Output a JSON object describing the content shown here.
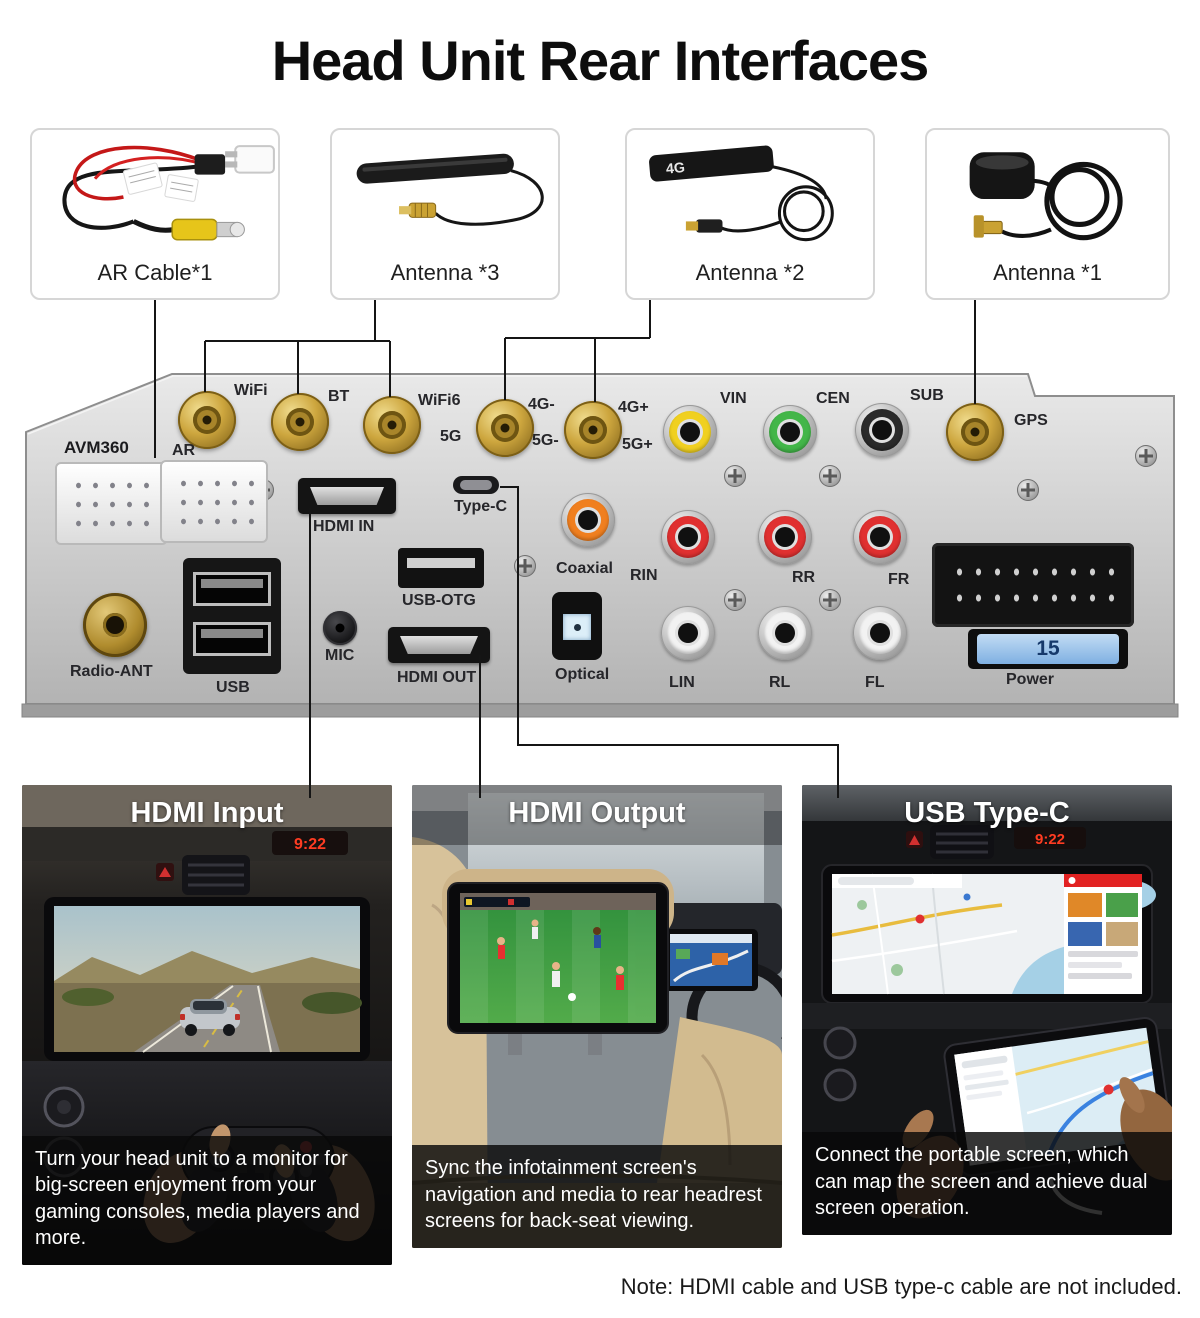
{
  "title": "Head Unit Rear Interfaces",
  "accessories": [
    {
      "label": "AR Cable*1"
    },
    {
      "label": "Antenna *3"
    },
    {
      "label": "Antenna *2",
      "badge": "4G"
    },
    {
      "label": "Antenna *1"
    }
  ],
  "panel": {
    "model_label": "AVM360",
    "ports": {
      "wifi": "WiFi",
      "bt": "BT",
      "wifi6": "WiFi6",
      "band5g": "5G",
      "g4_minus": "4G-",
      "g5_minus": "5G-",
      "g4_plus": "4G+",
      "g5_plus": "5G+",
      "vin": "VIN",
      "cen": "CEN",
      "sub": "SUB",
      "gps": "GPS",
      "ar": "AR",
      "hdmi_in": "HDMI IN",
      "type_c": "Type-C",
      "coaxial": "Coaxial",
      "rin": "RIN",
      "rr": "RR",
      "fr": "FR",
      "usb_otg": "USB-OTG",
      "mic": "MIC",
      "hdmi_out": "HDMI OUT",
      "optical": "Optical",
      "lin": "LIN",
      "rl": "RL",
      "fl": "FL",
      "radio_ant": "Radio-ANT",
      "usb": "USB",
      "power": "Power",
      "fuse_value": "15"
    }
  },
  "features": [
    {
      "title": "HDMI Input",
      "description": "Turn your head unit to a monitor for big-screen enjoyment from your gaming consoles, media players and more.",
      "dash_clock": "9:22"
    },
    {
      "title": "HDMI Output",
      "description": "Sync the infotainment screen's navigation and media to rear headrest screens for back-seat viewing."
    },
    {
      "title": "USB Type-C",
      "description": "Connect the portable screen, which can map the screen and achieve dual screen operation.",
      "dash_clock": "9:22"
    }
  ],
  "note": "Note: HDMI cable and USB type-c cable are not included.",
  "colors": {
    "rca_yellow": "#f0d020",
    "rca_green": "#43b649",
    "rca_black": "#2a2a2a",
    "rca_orange": "#f07f1f",
    "rca_red": "#e03030",
    "rca_white": "#f2f2f2",
    "sma_gold": "#cda63e",
    "fuse_blue": "#7fb0e2"
  }
}
